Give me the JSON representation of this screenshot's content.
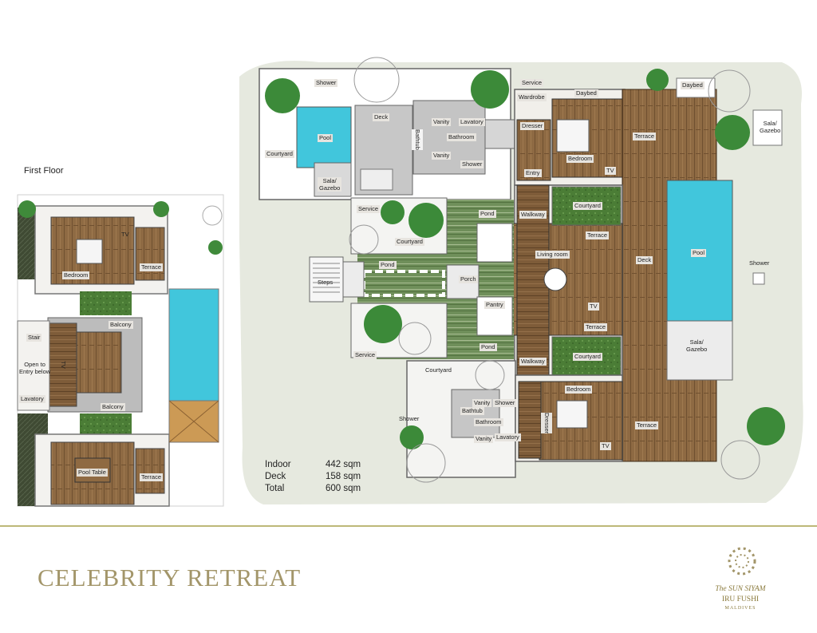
{
  "first_floor": {
    "title": "First Floor",
    "labels": {
      "bedroom": "Bedroom",
      "tv_top": "TV",
      "terrace_top": "Terrace",
      "balcony_top": "Balcony",
      "balcony_bottom": "Balcony",
      "stair": "Stair",
      "open_to_entry": "Open to\nEntry below",
      "tv_side": "TV",
      "lavatory": "Lavatory",
      "pool_table": "Pool Table",
      "terrace_bottom": "Terrace"
    }
  },
  "ground_floor": {
    "labels": {
      "shower_top": "Shower",
      "deck_top": "Deck",
      "pool_left": "Pool",
      "courtyard_left": "Courtyard",
      "sala_gazebo_left": "Sala/\nGazebo",
      "vanity_1": "Vanity",
      "lavatory_1": "Lavatory",
      "bathtub_1": "Bathtub",
      "bathroom_1": "Bathroom",
      "vanity_2": "Vanity",
      "shower_1": "Shower",
      "service_top": "Service",
      "wardrobe": "Wardrobe",
      "daybed_1": "Daybed",
      "dresser_1": "Dresser",
      "bedroom_1": "Bedroom",
      "tv_1": "TV",
      "entry": "Entry",
      "daybed_2": "Daybed",
      "sala_gazebo_right": "Sala/\nGazebo",
      "terrace_1": "Terrace",
      "service_mid": "Service",
      "courtyard_mid": "Courtyard",
      "pond_1": "Pond",
      "walkway_1": "Walkway",
      "courtyard_1": "Courtyard",
      "steps": "Steps",
      "pond_2": "Pond",
      "porch": "Porch",
      "living_room": "Living room",
      "terrace_2": "Terrace",
      "deck_mid": "Deck",
      "pool_right": "Pool",
      "shower_right": "Shower",
      "pantry": "Pantry",
      "tv_2": "TV",
      "terrace_3": "Terrace",
      "sala_gazebo_pool": "Sala/\nGazebo",
      "service_low": "Service",
      "pond_3": "Pond",
      "walkway_2": "Walkway",
      "courtyard_2": "Courtyard",
      "courtyard_low": "Courtyard",
      "bedroom_2": "Bedroom",
      "vanity_3": "Vanity",
      "shower_2": "Shower",
      "bathtub_2": "Bathtub",
      "bathroom_2": "Bathroom",
      "shower_low": "Shower",
      "vanity_4": "Vanity",
      "lavatory_2": "Lavatory",
      "dresser_2": "Dresser",
      "terrace_4": "Terrace",
      "tv_3": "TV"
    }
  },
  "stats": [
    {
      "label": "Indoor",
      "value": "442 sqm"
    },
    {
      "label": "Deck",
      "value": "158 sqm"
    },
    {
      "label": "Total",
      "value": "600 sqm"
    }
  ],
  "footer": {
    "title": "CELEBRITY RETREAT",
    "logo_line1": "The SUN SIYAM",
    "logo_line2": "IRU FUSHI",
    "logo_line3": "MALDIVES"
  },
  "colors": {
    "wood": "#8e6a43",
    "pool": "#41c6dc",
    "garden": "#4e7d3a",
    "ground": "#e6e9df",
    "accent": "#a3966a"
  }
}
